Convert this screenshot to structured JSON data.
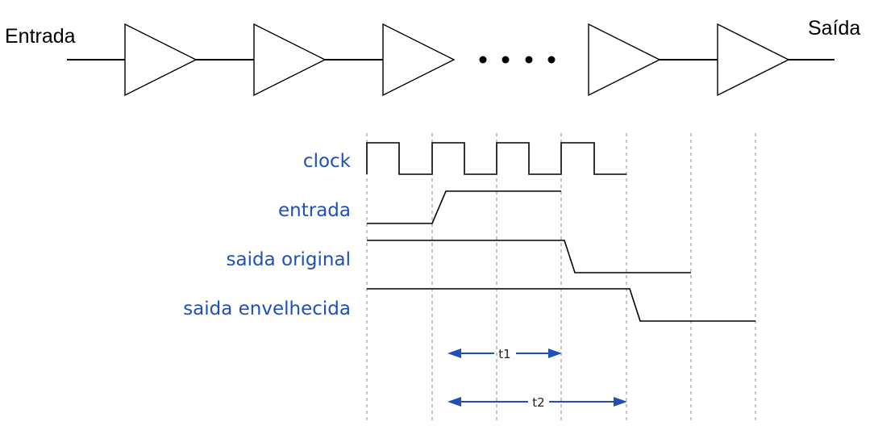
{
  "chain": {
    "input_label": "Entrada",
    "output_label": "Saída",
    "buffer_count": 5,
    "ellipsis_dots": 4
  },
  "timing": {
    "signals": [
      {
        "id": "clock",
        "label": "clock"
      },
      {
        "id": "entrada",
        "label": "entrada"
      },
      {
        "id": "saida-original",
        "label": "saida original"
      },
      {
        "id": "saida-envelhecida",
        "label": "saida envelhecida"
      }
    ],
    "intervals": [
      {
        "id": "t1",
        "label": "t1"
      },
      {
        "id": "t2",
        "label": "t2"
      }
    ]
  },
  "colors": {
    "label_blue": "#1f4fb8",
    "arrow_blue": "#1f4fb8",
    "line_black": "#000000",
    "grid_gray": "#8a8a8a"
  }
}
